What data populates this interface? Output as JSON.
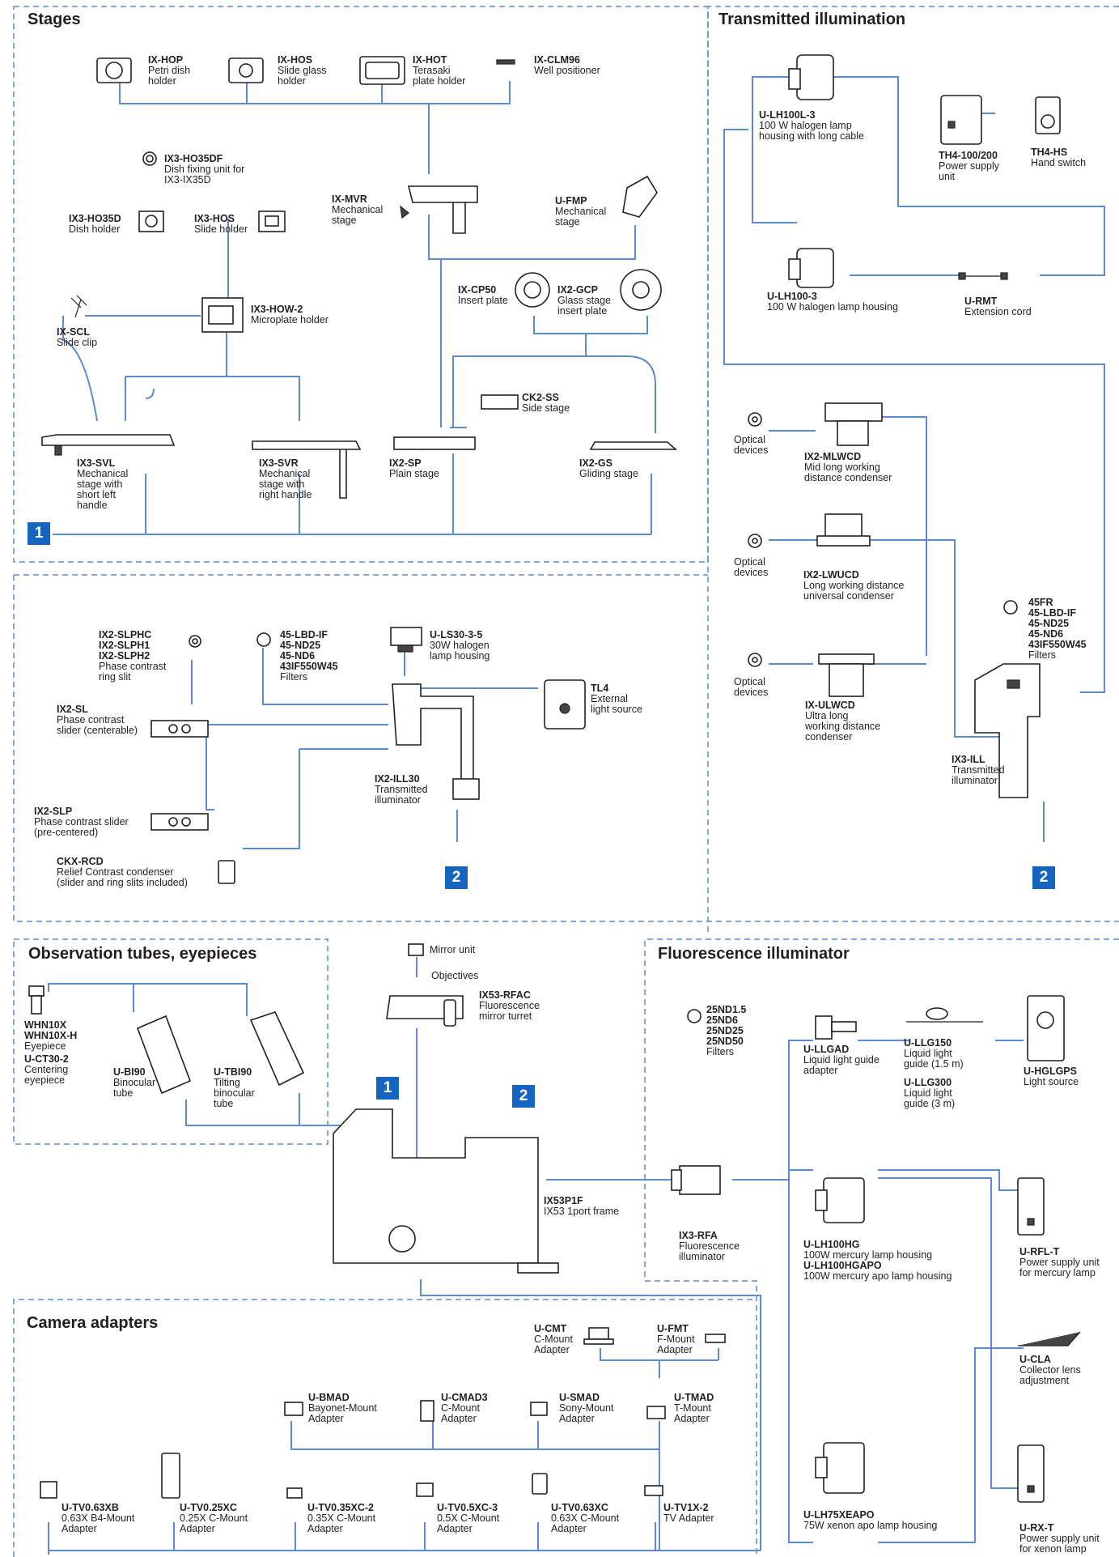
{
  "sections": {
    "stages": "Stages",
    "transmitted": "Transmitted illumination",
    "observation": "Observation tubes, eyepieces",
    "fluorescence": "Fluorescence illuminator",
    "camera": "Camera adapters"
  },
  "badges": {
    "one": "1",
    "two": "2"
  },
  "labels": {
    "ix_hop": {
      "code": "IX-HOP",
      "desc": [
        "Petri dish",
        "holder"
      ]
    },
    "ix_hos": {
      "code": "IX-HOS",
      "desc": [
        "Slide glass",
        "holder"
      ]
    },
    "ix_hot": {
      "code": "IX-HOT",
      "desc": [
        "Terasaki",
        "plate holder"
      ]
    },
    "ix_clm96": {
      "code": "IX-CLM96",
      "desc": [
        "Well positioner"
      ]
    },
    "ix3_ho35df": {
      "code": "IX3-HO35DF",
      "desc": [
        "Dish fixing unit for",
        "IX3-IX35D"
      ]
    },
    "ix3_ho35d": {
      "code": "IX3-HO35D",
      "desc": [
        "Dish holder"
      ]
    },
    "ix3_hos": {
      "code": "IX3-HOS",
      "desc": [
        "Slide holder"
      ]
    },
    "ix_mvr": {
      "code": "IX-MVR",
      "desc": [
        "Mechanical",
        "stage"
      ]
    },
    "u_fmp": {
      "code": "U-FMP",
      "desc": [
        "Mechanical",
        "stage"
      ]
    },
    "ix_cp50": {
      "code": "IX-CP50",
      "desc": [
        "Insert plate"
      ]
    },
    "ix2_gcp": {
      "code": "IX2-GCP",
      "desc": [
        "Glass stage",
        "insert plate"
      ]
    },
    "ix_scl": {
      "code": "IX-SCL",
      "desc": [
        "Slide clip"
      ]
    },
    "ix3_how2": {
      "code": "IX3-HOW-2",
      "desc": [
        "Microplate holder"
      ]
    },
    "ck2_ss": {
      "code": "CK2-SS",
      "desc": [
        "Side stage"
      ]
    },
    "ix3_svl": {
      "code": "IX3-SVL",
      "desc": [
        "Mechanical",
        "stage with",
        "short left",
        "handle"
      ]
    },
    "ix3_svr": {
      "code": "IX3-SVR",
      "desc": [
        "Mechanical",
        "stage with",
        "right handle"
      ]
    },
    "ix2_sp": {
      "code": "IX2-SP",
      "desc": [
        "Plain stage"
      ]
    },
    "ix2_gs": {
      "code": "IX2-GS",
      "desc": [
        "Gliding stage"
      ]
    },
    "u_lh100l3": {
      "code": "U-LH100L-3",
      "desc": [
        "100 W halogen lamp",
        "housing with long cable"
      ]
    },
    "th4_100": {
      "code": "TH4-100/200",
      "desc": [
        "Power supply",
        "unit"
      ]
    },
    "th4_hs": {
      "code": "TH4-HS",
      "desc": [
        "Hand switch"
      ]
    },
    "u_lh1003": {
      "code": "U-LH100-3",
      "desc": [
        "100 W halogen lamp housing"
      ]
    },
    "u_rmt": {
      "code": "U-RMT",
      "desc": [
        "Extension cord"
      ]
    },
    "optical1": {
      "desc": [
        "Optical",
        "devices"
      ]
    },
    "ix2_mlwcd": {
      "code": "IX2-MLWCD",
      "desc": [
        "Mid long working",
        "distance condenser"
      ]
    },
    "optical2": {
      "desc": [
        "Optical",
        "devices"
      ]
    },
    "ix2_lwucd": {
      "code": "IX2-LWUCD",
      "desc": [
        "Long working distance",
        "universal condenser"
      ]
    },
    "filters_t": {
      "codes": [
        "45FR",
        "45-LBD-IF",
        "45-ND25",
        "45-ND6",
        "43IF550W45"
      ],
      "desc": [
        "Filters"
      ]
    },
    "optical3": {
      "desc": [
        "Optical",
        "devices"
      ]
    },
    "ix_ulwcd": {
      "code": "IX-ULWCD",
      "desc": [
        "Ultra long",
        "working distance",
        "condenser"
      ]
    },
    "ix3_ill": {
      "code": "IX3-ILL",
      "desc": [
        "Transmitted",
        "illuminator"
      ]
    },
    "ix2_slph": {
      "codes": [
        "IX2-SLPHC",
        "IX2-SLPH1",
        "IX2-SLPH2"
      ],
      "desc": [
        "Phase contrast",
        "ring slit"
      ]
    },
    "filters_m": {
      "codes": [
        "45-LBD-IF",
        "45-ND25",
        "45-ND6",
        "43IF550W45"
      ],
      "desc": [
        "Filters"
      ]
    },
    "u_ls30": {
      "code": "U-LS30-3-5",
      "desc": [
        "30W halogen",
        "lamp housing"
      ]
    },
    "ix2_sl": {
      "code": "IX2-SL",
      "desc": [
        "Phase contrast",
        "slider (centerable)"
      ]
    },
    "tl4": {
      "code": "TL4",
      "desc": [
        "External",
        "light source"
      ]
    },
    "ix2_ill30": {
      "code": "IX2-ILL30",
      "desc": [
        "Transmitted",
        "illuminator"
      ]
    },
    "ix2_slp": {
      "code": "IX2-SLP",
      "desc": [
        "Phase contrast slider",
        "(pre-centered)"
      ]
    },
    "ckx_rcd": {
      "code": "CKX-RCD",
      "desc": [
        "Relief Contrast condenser",
        "(slider and ring slits included)"
      ]
    },
    "whn10x": {
      "codes": [
        "WHN10X",
        "WHN10X-H"
      ],
      "desc": [
        "Eyepiece"
      ]
    },
    "u_ct30": {
      "code": "U-CT30-2",
      "desc": [
        "Centering",
        "eyepiece"
      ]
    },
    "u_bi90": {
      "code": "U-BI90",
      "desc": [
        "Binocular",
        "tube"
      ]
    },
    "u_tbi90": {
      "code": "U-TBI90",
      "desc": [
        "Tilting",
        "binocular",
        "tube"
      ]
    },
    "mirror_unit": {
      "desc": [
        "Mirror unit"
      ]
    },
    "ix53_rfac": {
      "code": "IX53-RFAC",
      "desc": [
        "Fluorescence",
        "mirror turret"
      ]
    },
    "objectives": {
      "desc": [
        "Objectives"
      ]
    },
    "ix53p1f": {
      "code": "IX53P1F",
      "desc": [
        "IX53 1port frame"
      ]
    },
    "filters_f": {
      "codes": [
        "25ND1.5",
        "25ND6",
        "25ND25",
        "25ND50"
      ],
      "desc": [
        "Filters"
      ]
    },
    "ix3_rfa": {
      "code": "IX3-RFA",
      "desc": [
        "Fluorescence",
        "illuminator"
      ]
    },
    "u_llgad": {
      "code": "U-LLGAD",
      "desc": [
        "Liquid light guide",
        "adapter"
      ]
    },
    "u_llg150": {
      "code": "U-LLG150",
      "desc": [
        "Liquid light",
        "guide (1.5 m)"
      ]
    },
    "u_llg300": {
      "code": "U-LLG300",
      "desc": [
        "Liquid light",
        "guide (3 m)"
      ]
    },
    "u_hglgps": {
      "code": "U-HGLGPS",
      "desc": [
        "Light source"
      ]
    },
    "u_lh100hg": {
      "codes": [
        "U-LH100HG"
      ],
      "desc": [
        "100W mercury lamp housing"
      ]
    },
    "u_lh100hgapo": {
      "code": "U-LH100HGAPO",
      "desc": [
        "100W mercury apo lamp housing"
      ]
    },
    "u_rfl_t": {
      "code": "U-RFL-T",
      "desc": [
        "Power supply unit",
        "for mercury lamp"
      ]
    },
    "u_cla": {
      "code": "U-CLA",
      "desc": [
        "Collector lens",
        "adjustment"
      ]
    },
    "u_lh75": {
      "code": "U-LH75XEAPO",
      "desc": [
        "75W xenon apo lamp housing"
      ]
    },
    "u_rx_t": {
      "code": "U-RX-T",
      "desc": [
        "Power supply unit",
        "for xenon lamp"
      ]
    },
    "u_cmt": {
      "code": "U-CMT",
      "desc": [
        "C-Mount",
        "Adapter"
      ]
    },
    "u_fmt": {
      "code": "U-FMT",
      "desc": [
        "F-Mount",
        "Adapter"
      ]
    },
    "u_bmad": {
      "code": "U-BMAD",
      "desc": [
        "Bayonet-Mount",
        "Adapter"
      ]
    },
    "u_cmad3": {
      "code": "U-CMAD3",
      "desc": [
        "C-Mount",
        "Adapter"
      ]
    },
    "u_smad": {
      "code": "U-SMAD",
      "desc": [
        "Sony-Mount",
        "Adapter"
      ]
    },
    "u_tmad": {
      "code": "U-TMAD",
      "desc": [
        "T-Mount",
        "Adapter"
      ]
    },
    "u_tv063xb": {
      "code": "U-TV0.63XB",
      "desc": [
        "0.63X B4-Mount",
        "Adapter"
      ]
    },
    "u_tv025xc": {
      "code": "U-TV0.25XC",
      "desc": [
        "0.25X C-Mount",
        "Adapter"
      ]
    },
    "u_tv035xc2": {
      "code": "U-TV0.35XC-2",
      "desc": [
        "0.35X C-Mount",
        "Adapter"
      ]
    },
    "u_tv05xc3": {
      "code": "U-TV0.5XC-3",
      "desc": [
        "0.5X C-Mount",
        "Adapter"
      ]
    },
    "u_tv063xc": {
      "code": "U-TV0.63XC",
      "desc": [
        "0.63X C-Mount",
        "Adapter"
      ]
    },
    "u_tv1x2": {
      "code": "U-TV1X-2",
      "desc": [
        "TV Adapter"
      ]
    }
  }
}
